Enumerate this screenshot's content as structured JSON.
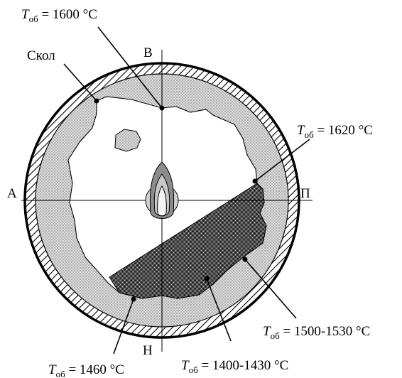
{
  "labels": {
    "top": "В",
    "bottom": "Н",
    "left": "А",
    "right": "П",
    "chip": "Скол"
  },
  "annotations": [
    {
      "symbol": "T",
      "sub": "об",
      "text": " = 1600 °C"
    },
    {
      "symbol": "T",
      "sub": "об",
      "text": " = 1620 °C"
    },
    {
      "symbol": "T",
      "sub": "об",
      "text": " = 1500-1530 °C"
    },
    {
      "symbol": "T",
      "sub": "об",
      "text": " = 1400-1430 °C"
    },
    {
      "symbol": "T",
      "sub": "об",
      "text": " = 1460 °C"
    }
  ],
  "colors": {
    "outline": "#000000",
    "lining": "#dcdcdc",
    "flame_outer": "#8c8c8c",
    "flame_mid": "#c8c8c8",
    "flame_inner": "#f4f4f4",
    "burner": "#d0d0d0"
  }
}
